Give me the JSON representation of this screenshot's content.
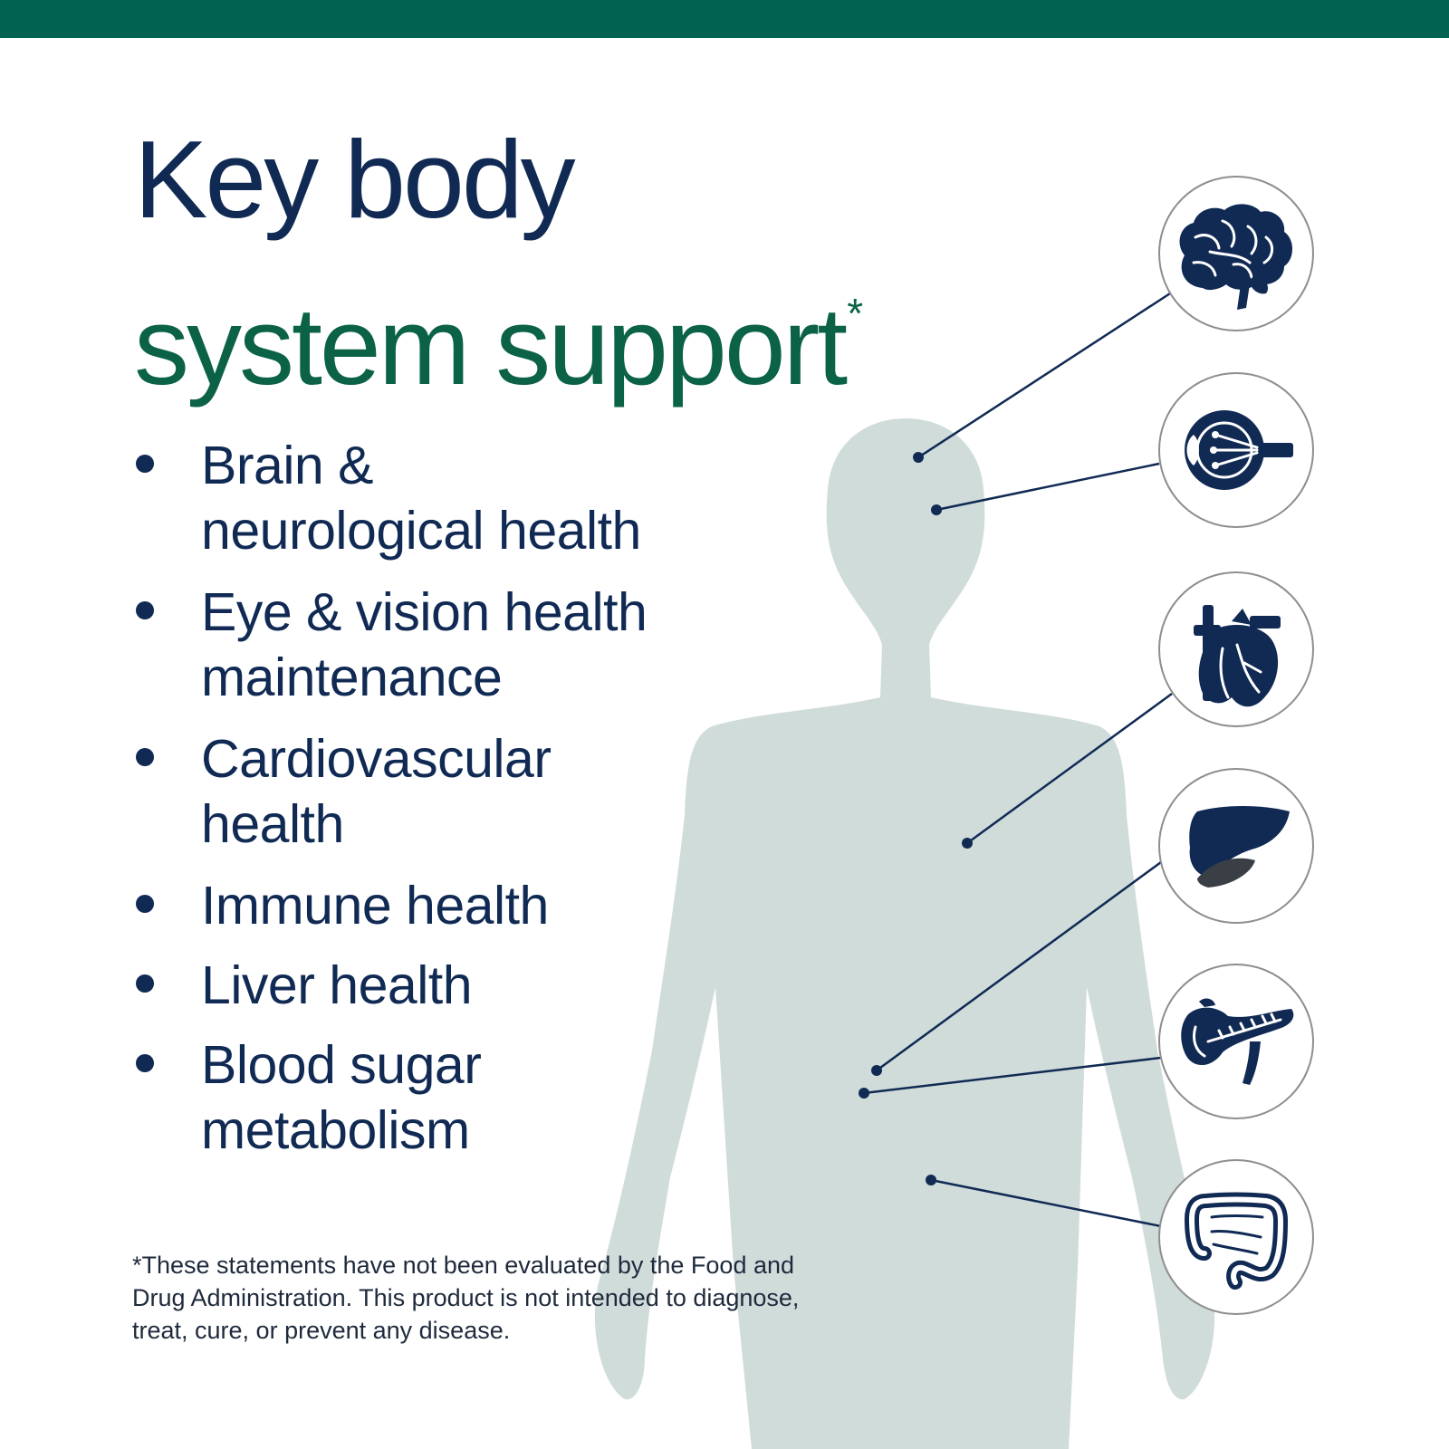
{
  "title": {
    "line1": "Key body",
    "line2": "system support",
    "asterisk": "*"
  },
  "benefits": [
    {
      "text": "Brain &\nneurological health"
    },
    {
      "text": "Eye & vision health\nmaintenance"
    },
    {
      "text": "Cardiovascular\nhealth"
    },
    {
      "text": "Immune health"
    },
    {
      "text": "Liver health"
    },
    {
      "text": "Blood sugar\nmetabolism"
    }
  ],
  "disclaimer": "*These statements have not been evaluated by the Food and\nDrug Administration. This product is not intended to diagnose,\ntreat, cure, or prevent any disease.",
  "organ_icons": [
    "brain-icon",
    "eye-icon",
    "heart-icon",
    "liver-icon",
    "pancreas-icon",
    "intestine-icon"
  ],
  "colors": {
    "top_band": "#006351",
    "navy": "#102a54",
    "green": "#0b6247",
    "silhouette": "#d0dcda",
    "circle_border": "#8e8e8e",
    "liver_gallbladder": "#3a3f46"
  }
}
